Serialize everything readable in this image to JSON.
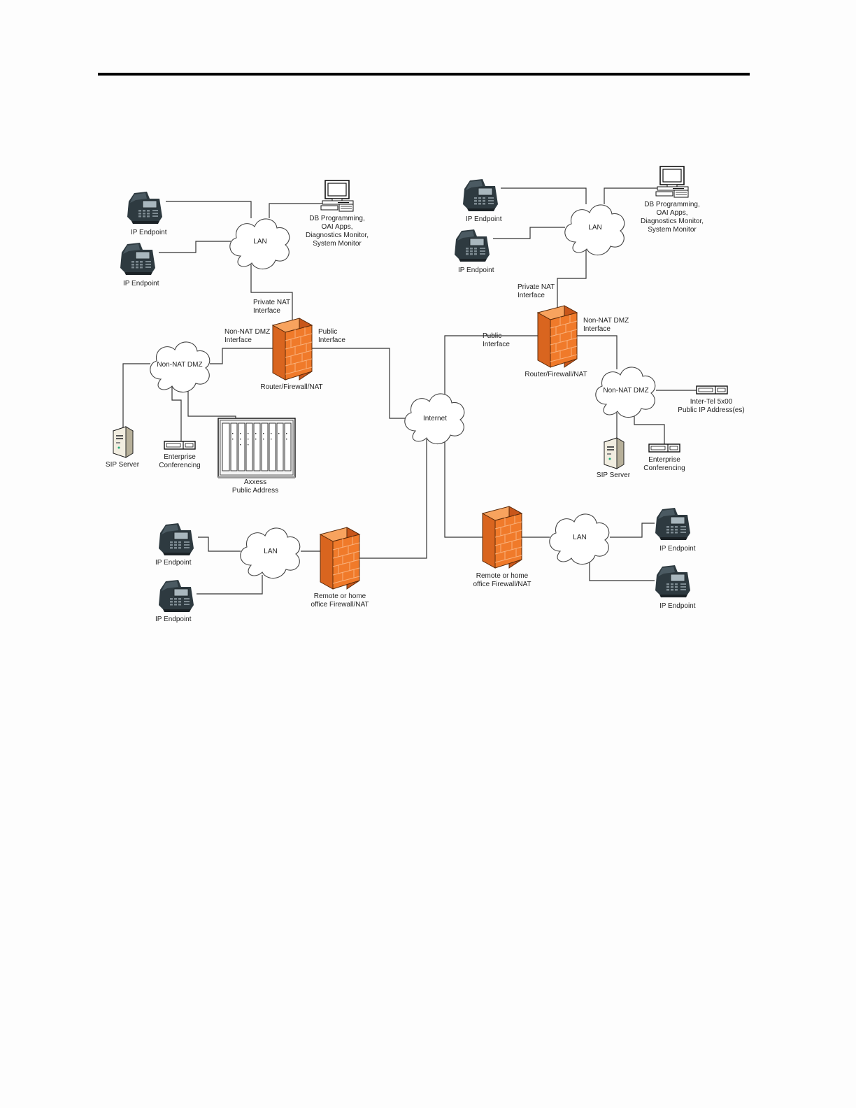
{
  "colors": {
    "firewall_front": "#f07a2a",
    "firewall_side": "#c8561a",
    "firewall_top": "#f8a35e",
    "cloud_stroke": "#444444",
    "wire": "#333333"
  },
  "icons": {
    "phone": "desk-phone-icon",
    "computer": "computer-workstation-icon",
    "firewall": "brick-firewall-icon",
    "cloud": "network-cloud-icon",
    "server": "tower-server-icon",
    "appliance": "rack-appliance-icon",
    "chassis": "system-chassis-icon"
  },
  "labels": {
    "ip_endpoint": "IP Endpoint",
    "lan": "LAN",
    "internet": "Internet",
    "non_nat_dmz_cloud": "Non-NAT DMZ",
    "db_line1": "DB Programming,",
    "db_line2": "OAI Apps,",
    "db_line3": "Diagnostics Monitor,",
    "db_line4": "System Monitor",
    "private_nat_line1": "Private NAT",
    "private_nat_line2": "Interface",
    "non_nat_dmz_iface_line1": "Non-NAT DMZ",
    "non_nat_dmz_iface_line2": "Interface",
    "public_iface_line1": "Public",
    "public_iface_line2": "Interface",
    "router_firewall_nat": "Router/Firewall/NAT",
    "sip_server": "SIP Server",
    "enterprise_line1": "Enterprise",
    "enterprise_line2": "Conferencing",
    "axxess_line1": "Axxess",
    "axxess_line2": "Public Address",
    "intertel_line1": "Inter-Tel 5x00",
    "intertel_line2": "Public IP Address(es)",
    "remote_line1": "Remote or home",
    "remote_line2": "office Firewall/NAT"
  }
}
